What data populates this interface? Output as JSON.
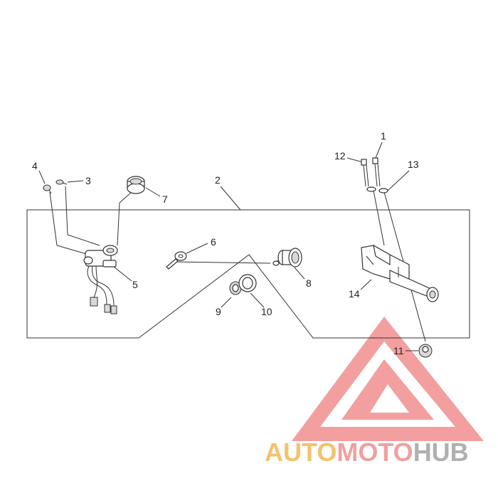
{
  "diagram": {
    "callouts": {
      "c1": "1",
      "c2": "2",
      "c3": "3",
      "c4": "4",
      "c5": "5",
      "c6": "6",
      "c7": "7",
      "c8": "8",
      "c9": "9",
      "c10": "10",
      "c11": "11",
      "c12": "12",
      "c13": "13",
      "c14": "14"
    }
  },
  "watermark": {
    "part_auto": "AUTO",
    "part_moto": "MOTO",
    "part_hub": "HUB",
    "colors": {
      "auto": "#f5c26b",
      "moto": "#f0a0a0",
      "hub": "#b0b0b0",
      "triangle": "#f08080"
    }
  }
}
